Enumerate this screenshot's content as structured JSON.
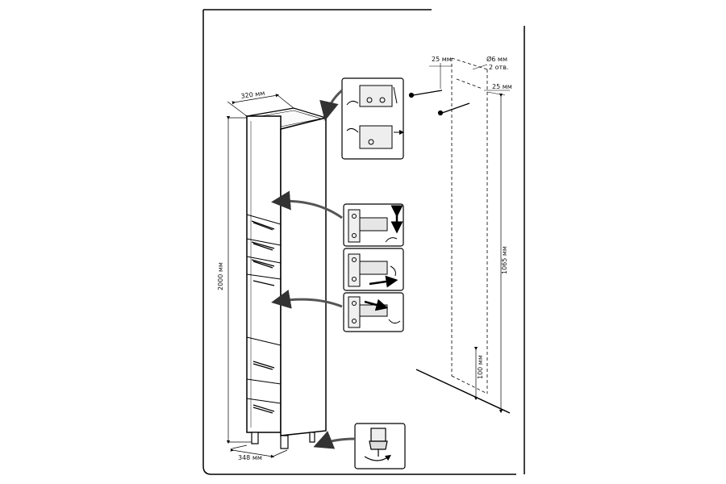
{
  "dimensions": {
    "width_top": "320 мм",
    "width_bottom": "348 мм",
    "height_total": "2000 мм",
    "mount_offset_left": "25 мм",
    "mount_offset_right": "25 мм",
    "hole_spec_line1": "Ø6 мм",
    "hole_spec_line2": "2 отв.",
    "mount_height": "1065 мм",
    "floor_offset": "100 мм"
  },
  "icons": {
    "cabinet": "tall-cabinet-drawing",
    "wall_template": "wall-mounting-template",
    "hinge_steps": "hinge-adjustment-icon",
    "bracket": "wall-bracket-icon",
    "foot": "adjustable-foot-icon"
  },
  "colors": {
    "line": "#000000",
    "background": "#ffffff",
    "panel_fill": "#f4f4f4"
  }
}
